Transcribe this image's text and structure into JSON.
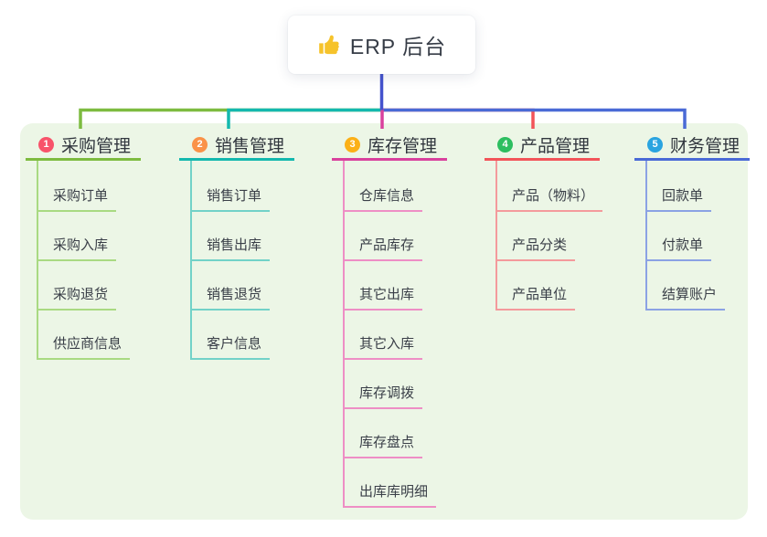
{
  "root": {
    "title": "ERP 后台",
    "icon": "thumbs-up-icon",
    "icon_color": "#f6c32b",
    "line_color": "#4553cd"
  },
  "panel": {
    "background": "#ecf6e6"
  },
  "branches": [
    {
      "badge": "1",
      "badge_color": "#f8536a",
      "label": "采购管理",
      "line_color": "#7dbb40",
      "child_line_color": "#a9da82",
      "children": [
        "采购订单",
        "采购入库",
        "采购退货",
        "供应商信息"
      ]
    },
    {
      "badge": "2",
      "badge_color": "#fa9248",
      "label": "销售管理",
      "line_color": "#14b8ae",
      "child_line_color": "#72d2c8",
      "children": [
        "销售订单",
        "销售出库",
        "销售退货",
        "客户信息"
      ]
    },
    {
      "badge": "3",
      "badge_color": "#fbb017",
      "label": "库存管理",
      "line_color": "#d9419d",
      "child_line_color": "#ee8ec5",
      "children": [
        "仓库信息",
        "产品库存",
        "其它出库",
        "其它入库",
        "库存调拨",
        "库存盘点",
        "出库库明细"
      ]
    },
    {
      "badge": "4",
      "badge_color": "#2dbe60",
      "label": "产品管理",
      "line_color": "#f25459",
      "child_line_color": "#f49a9c",
      "children": [
        "产品（物料）",
        "产品分类",
        "产品单位"
      ]
    },
    {
      "badge": "5",
      "badge_color": "#2aa4e0",
      "label": "财务管理",
      "line_color": "#4a6ad6",
      "child_line_color": "#8ba2e4",
      "children": [
        "回款单",
        "付款单",
        "结算账户"
      ]
    }
  ]
}
